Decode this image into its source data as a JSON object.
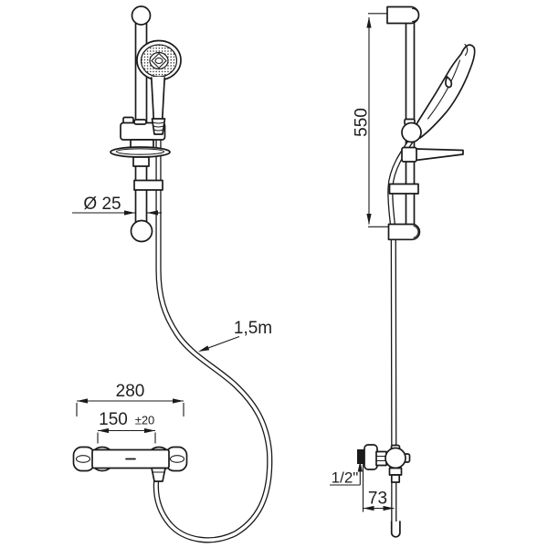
{
  "document": {
    "type": "technical-line-drawing",
    "subject": "Shower set: wall bar with hand shower, soap dish, 1.5 m hose and thermostatic shower mixer - front and side views",
    "background": "#ffffff",
    "line_color": "#1a1a1a"
  },
  "front_view": {
    "dims": {
      "bar_diameter": "Ø 25",
      "hose_length": "1,5m",
      "overall_width": "280",
      "inlet_spacing": "150",
      "inlet_tolerance": "±20"
    }
  },
  "side_view": {
    "dims": {
      "bar_length": "550",
      "thread": "1/2\"",
      "wall_offset": "73"
    }
  }
}
